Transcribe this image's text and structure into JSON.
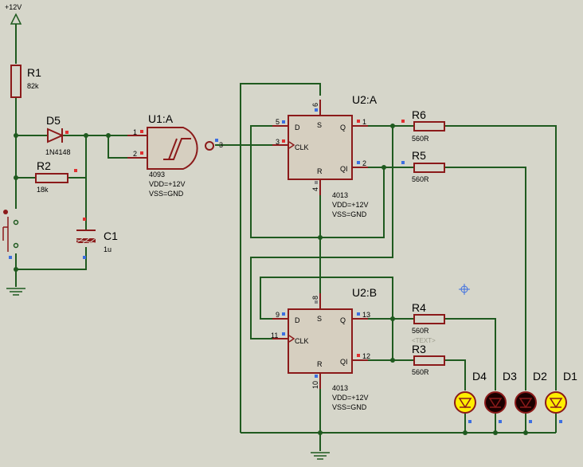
{
  "supply": {
    "label": "+12V"
  },
  "components": {
    "r1": {
      "ref": "R1",
      "value": "82k"
    },
    "r2": {
      "ref": "R2",
      "value": "18k"
    },
    "d5": {
      "ref": "D5",
      "value": "1N4148"
    },
    "c1": {
      "ref": "C1",
      "value": "1u"
    },
    "u1a": {
      "ref": "U1:A",
      "part": "4093",
      "vdd": "VDD=+12V",
      "vss": "VSS=GND",
      "pins": [
        "1",
        "2",
        "3"
      ]
    },
    "u2a": {
      "ref": "U2:A",
      "part": "4013",
      "vdd": "VDD=+12V",
      "vss": "VSS=GND",
      "pins": {
        "d": "5",
        "clk": "3",
        "s": "6",
        "r": "4",
        "q": "1",
        "qi": "2"
      }
    },
    "u2b": {
      "ref": "U2:B",
      "part": "4013",
      "vdd": "VDD=+12V",
      "vss": "VSS=GND",
      "pins": {
        "d": "9",
        "clk": "11",
        "s": "8",
        "r": "10",
        "q": "13",
        "qi": "12"
      }
    },
    "ff_pins": {
      "d": "D",
      "clk": "CLK",
      "s": "S",
      "r": "R",
      "q": "Q",
      "qi": "QI"
    },
    "r6": {
      "ref": "R6",
      "value": "560R"
    },
    "r5": {
      "ref": "R5",
      "value": "560R"
    },
    "r4": {
      "ref": "R4",
      "value": "560R",
      "placeholder": "<TEXT>"
    },
    "r3": {
      "ref": "R3",
      "value": "560R"
    },
    "d4": {
      "ref": "D4"
    },
    "d3": {
      "ref": "D3"
    },
    "d2": {
      "ref": "D2"
    },
    "d1": {
      "ref": "D1"
    }
  },
  "colors": {
    "background": "#d6d6ca",
    "wire": "#1f5a1f",
    "body": "#8b1a1a",
    "chip_fill": "#d6cfc0",
    "led_on": "#ffee00",
    "led_off": "#1a0000",
    "pin_red": "#e03030",
    "pin_blue": "#3c6ee0"
  }
}
